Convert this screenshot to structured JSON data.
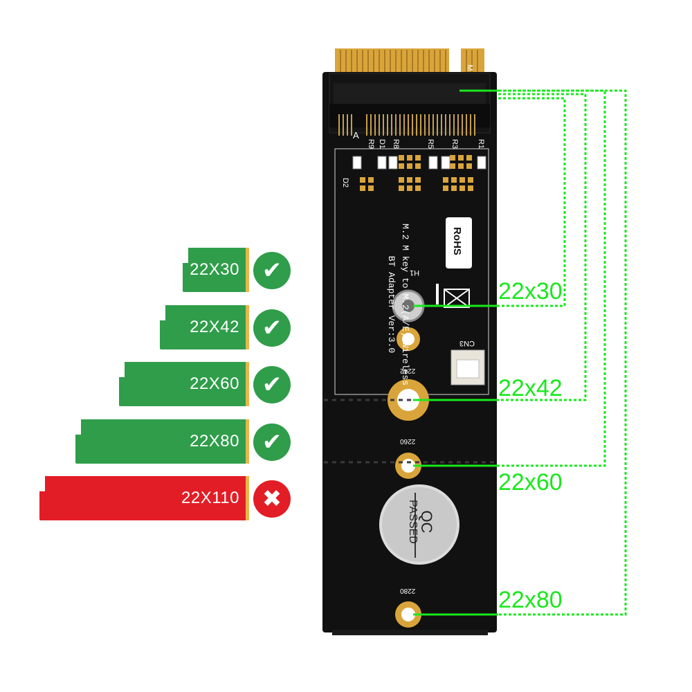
{
  "colors": {
    "ok_green": "#2f9d4a",
    "fail_red": "#e21d25",
    "line_green": "#19e81c",
    "pcb_black": "#111111",
    "gold": "#d9a53b"
  },
  "cards": [
    {
      "label": "22X30",
      "status": "supported",
      "icon": "check-icon"
    },
    {
      "label": "22X42",
      "status": "supported",
      "icon": "check-icon"
    },
    {
      "label": "22X60",
      "status": "supported",
      "icon": "check-icon"
    },
    {
      "label": "22X80",
      "status": "supported",
      "icon": "check-icon"
    },
    {
      "label": "22X110",
      "status": "unsupported",
      "icon": "cross-icon"
    }
  ],
  "board": {
    "title_line1": "M.2 M key to M.2(A/E) Wireless",
    "title_line2": "BT Adapter Ver:3.0",
    "rohs": "RoHS",
    "hole_label": "H1",
    "connector_label": "CN3",
    "key_letter": "A",
    "key_letter_top": "M",
    "parts": [
      "R9",
      "D1",
      "R8",
      "R5",
      "R3",
      "R1",
      "D2"
    ],
    "hole_markers": [
      "2242",
      "2260",
      "2280"
    ],
    "qc_sticker": {
      "line1": "QC",
      "line2": "PASSED"
    }
  },
  "size_labels": [
    "22x30",
    "22x42",
    "22x60",
    "22x80"
  ]
}
